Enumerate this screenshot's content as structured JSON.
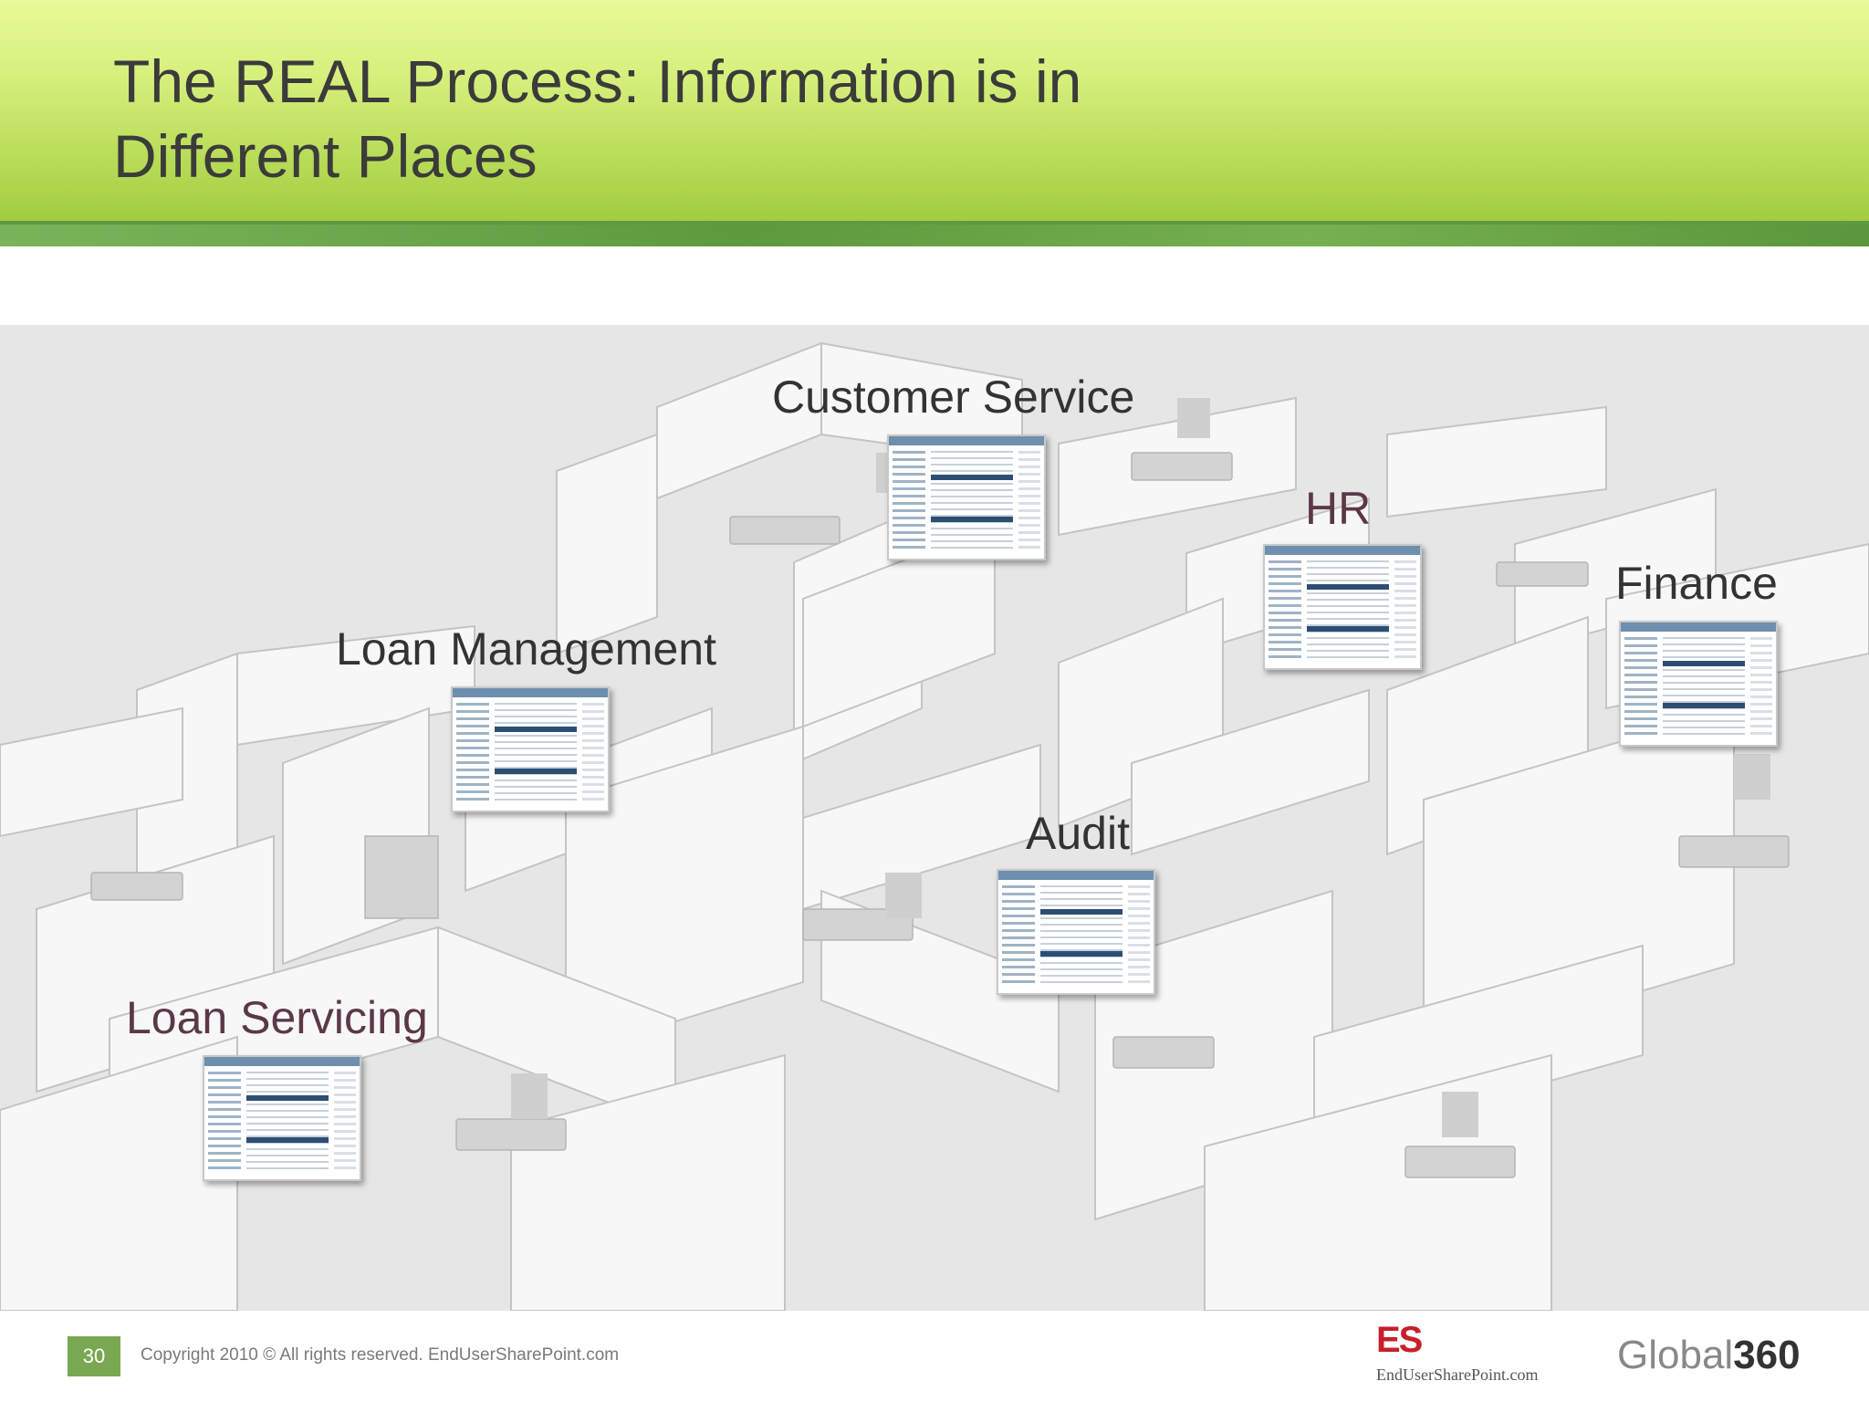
{
  "slide": {
    "title_line1": "The REAL Process: Information is in",
    "title_line2": "Different Places"
  },
  "departments": [
    {
      "label": "Customer Service"
    },
    {
      "label": "HR"
    },
    {
      "label": "Finance"
    },
    {
      "label": "Loan Management"
    },
    {
      "label": "Audit"
    },
    {
      "label": "Loan Servicing"
    }
  ],
  "footer": {
    "page_number": "30",
    "copyright": "Copyright 2010 ©  All rights reserved. EndUserSharePoint.com",
    "logo_es_mark": "ES",
    "logo_es_text": "EndUserSharePoint.com",
    "logo_g_text": "Global",
    "logo_g_num": "360"
  },
  "colors": {
    "title_gradient_top": "#e8fa9a",
    "title_gradient_bottom": "#a2cc40",
    "accent_green": "#5d9a3e",
    "label_accent": "#5b3848"
  }
}
